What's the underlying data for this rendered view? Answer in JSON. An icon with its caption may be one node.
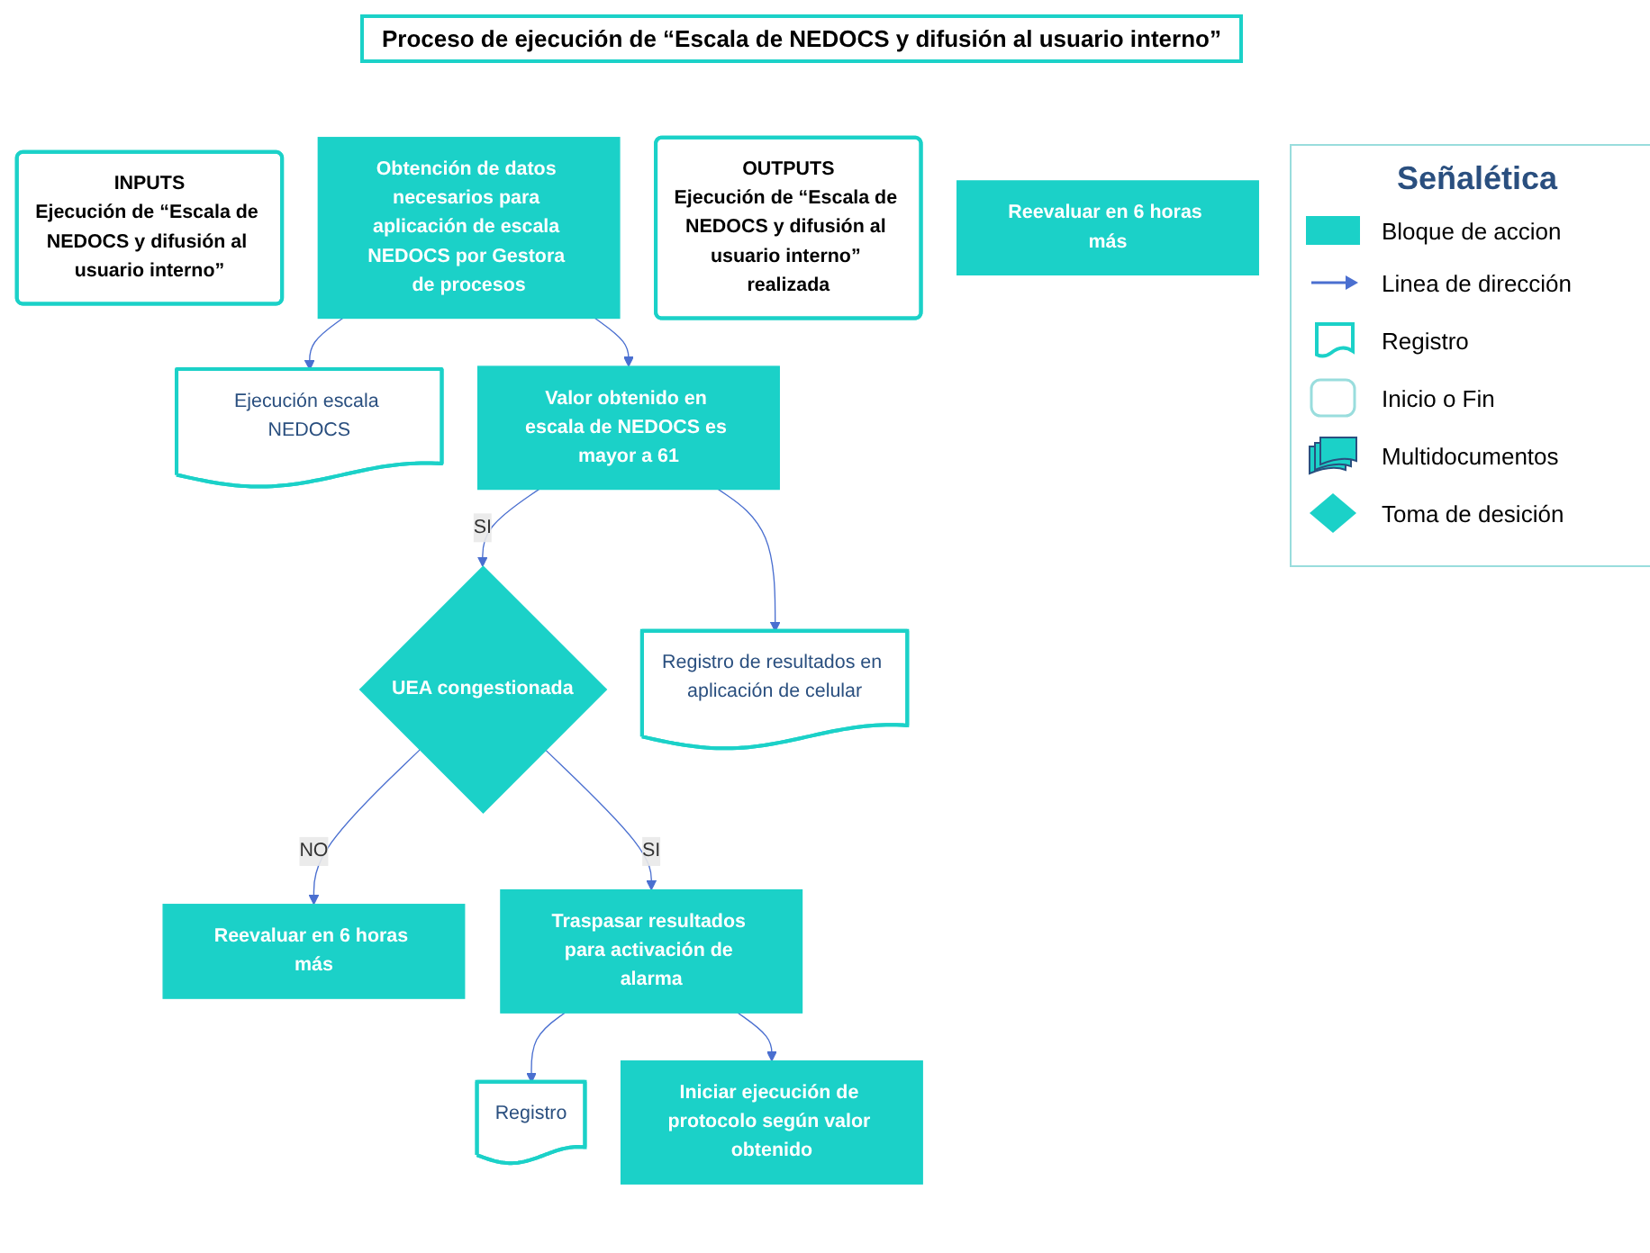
{
  "diagram": {
    "title": "Proceso de ejecución de “Escala de NEDOCS y difusión al usuario interno”",
    "nodes": [
      {
        "text": [
          "INPUTS",
          "Ejecución de “Escala de NEDOCS y difusión al usuario interno”"
        ]
      },
      {
        "text": [
          "Obtención de datos necesarios para aplicación de escala NEDOCS por Gestora de procesos"
        ]
      },
      {
        "text": [
          "Ejecución escala NEDOCS"
        ]
      },
      {
        "text": [
          "Reevaluar en 6 horas más"
        ]
      },
      {
        "text": [
          "UEA congestionada"
        ]
      },
      {
        "text": [
          "Valor obtenido en escala de NEDOCS es mayor a 61"
        ]
      },
      {
        "text": [
          "Registro de resultados en aplicación de celular"
        ]
      },
      {
        "text": [
          "Registro"
        ]
      },
      {
        "text": [
          "Traspasar resultados para activación de alarma"
        ]
      },
      {
        "text": [
          "Iniciar ejecución de protocolo según valor obtenido"
        ]
      },
      {
        "text": [
          "OUTPUTS",
          "Ejecución de “Escala de NEDOCS y difusión al usuario interno” realizada"
        ]
      },
      {
        "text": [
          "Reevaluar en 6 horas más"
        ]
      }
    ],
    "edges": [
      {
        "from": 1,
        "to": 2,
        "arrow": "to"
      },
      {
        "from": 1,
        "to": 5,
        "arrow": "to"
      },
      {
        "from": 5,
        "to": 6,
        "arrow": "to"
      },
      {
        "from": 5,
        "to": 4,
        "arrow": "to",
        "label": "SI"
      },
      {
        "from": 4,
        "to": 3,
        "arrow": "to",
        "label": "NO"
      },
      {
        "from": 4,
        "to": 8,
        "arrow": "to",
        "label": "SI"
      },
      {
        "from": 8,
        "to": 7,
        "arrow": "to"
      },
      {
        "from": 8,
        "to": 9,
        "arrow": "to"
      }
    ],
    "labels": [
      "Señalética"
    ],
    "legend": [
      {
        "text": "Bloque de accion",
        "color": "#1bd1c8"
      },
      {
        "text": "Linea de dirección"
      },
      {
        "text": "Registro"
      },
      {
        "text": "Inicio o Fin"
      },
      {
        "text": "Multidocumentos"
      },
      {
        "text": "Toma de desición"
      }
    ]
  }
}
